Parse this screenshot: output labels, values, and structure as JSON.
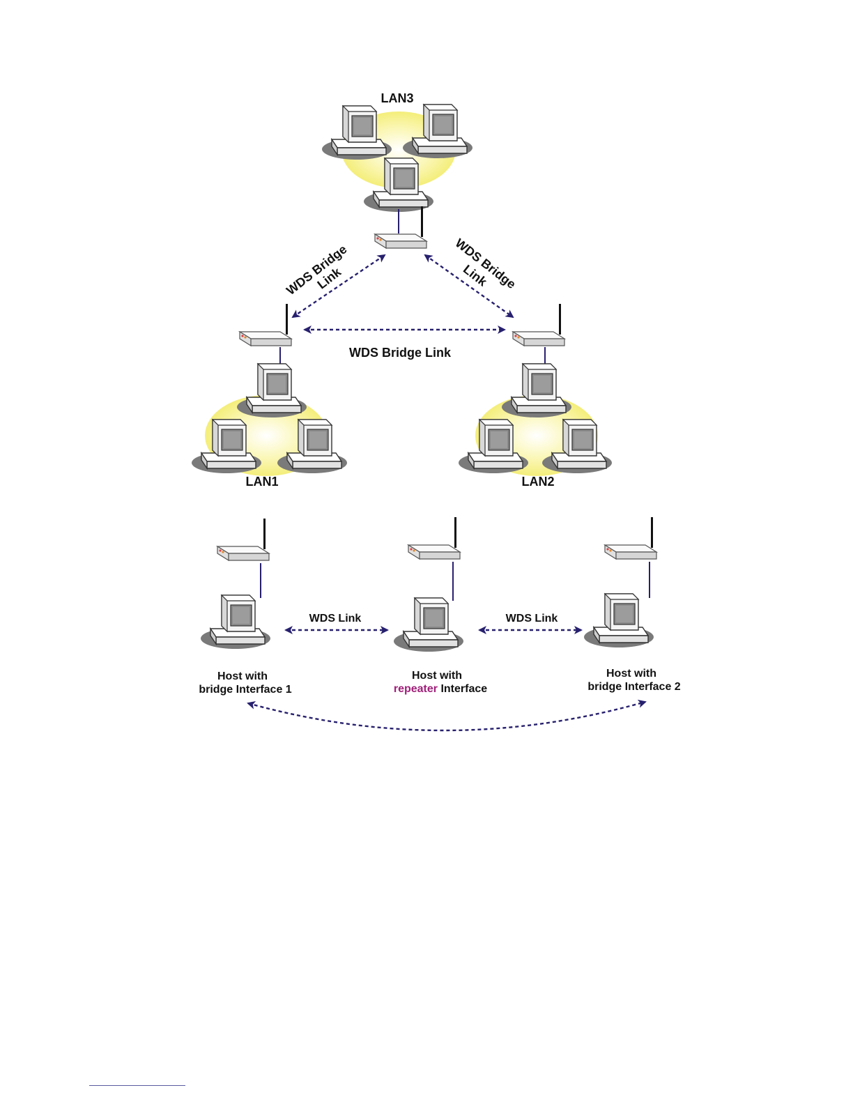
{
  "labels": {
    "lan3": "LAN3",
    "lan1": "LAN1",
    "lan2": "LAN2",
    "wds_left_1": "WDS Bridge",
    "wds_left_2": "Link",
    "wds_right_1": "WDS Bridge",
    "wds_right_2": "Link",
    "wds_middle": "WDS Bridge Link",
    "wds_link_left": "WDS Link",
    "wds_link_right": "WDS Link",
    "host1_line1": "Host with",
    "host1_line2": "bridge Interface 1",
    "host_rep_line1": "Host with",
    "host_rep_highlight": "repeater",
    "host_rep_rest": " Interface",
    "host2_line1": "Host with",
    "host2_line2": "bridge Interface 2"
  },
  "icons": [
    "computer-icon",
    "router-icon",
    "antenna-icon"
  ],
  "colors": {
    "lan_glow": "#f4ee7a",
    "link_arrow": "#27206e",
    "router_body": "#e8e8e8",
    "computer_body": "#f2f2f2",
    "shadow": "#7a7a7a",
    "repeater_text": "#a0207a"
  }
}
